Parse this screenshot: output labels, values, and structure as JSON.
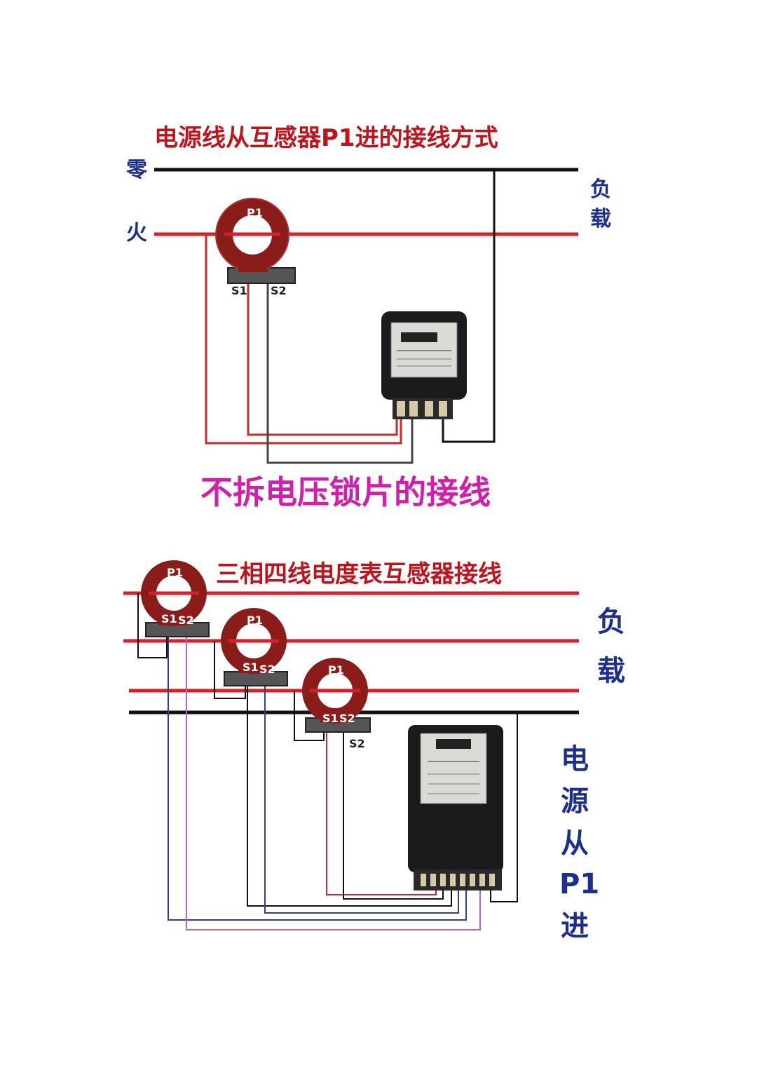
{
  "diagram1": {
    "title": "电源线从互感器P1进的接线方式",
    "neutral_label": "零",
    "live_label": "火",
    "load_label_1": "负",
    "load_label_2": "载",
    "ct_p1": "P1",
    "ct_s1": "S1",
    "ct_s2": "S2",
    "caption": "不拆电压锁片的接线"
  },
  "diagram2": {
    "title": "三相四线电度表互感器接线",
    "load_label_1": "负",
    "load_label_2": "载",
    "ct_labels": {
      "p1": "P1",
      "s1": "S1",
      "s2": "S2"
    },
    "extra_s2": "S2",
    "side_text": [
      "电",
      "源",
      "从",
      "P1",
      "进"
    ]
  },
  "colors": {
    "title_red": "#c0141c",
    "caption_pink": "#d21ea8",
    "label_blue": "#1c2f8f",
    "wire_red": "#d4202a",
    "wire_black": "#111111",
    "wire_blue": "#2c3f9a",
    "wire_pink": "#c064b8",
    "ct_body": "#8a1c1a",
    "meter_body": "#1b1b1d"
  }
}
